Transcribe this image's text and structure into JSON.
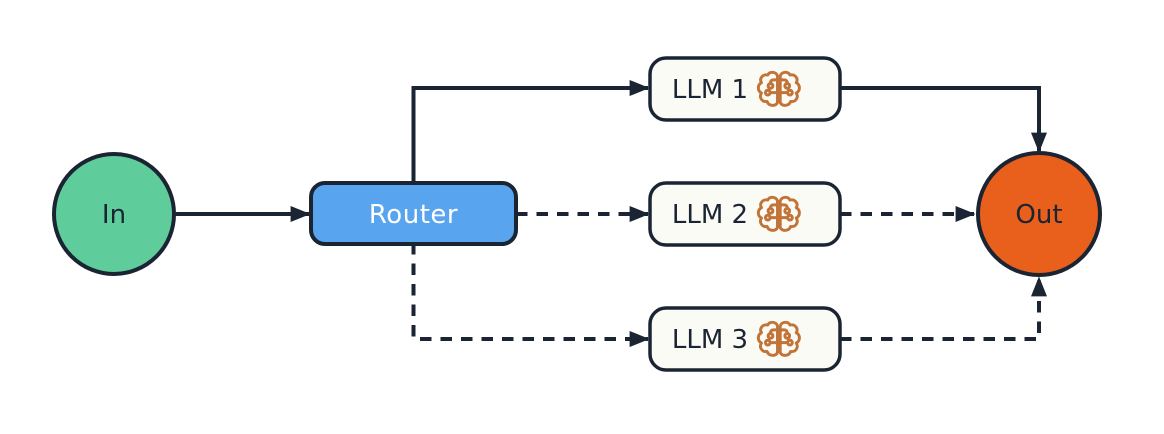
{
  "diagram": {
    "type": "flowchart",
    "description": "LLM router fan-out diagram: input routed by a Router to one of three LLMs, results converging to output",
    "nodes": {
      "in": {
        "label": "In",
        "shape": "circle"
      },
      "router": {
        "label": "Router",
        "shape": "rounded-rect"
      },
      "llm1": {
        "label": "LLM 1",
        "shape": "rounded-rect",
        "icon": "brain-circuit-icon"
      },
      "llm2": {
        "label": "LLM 2",
        "shape": "rounded-rect",
        "icon": "brain-circuit-icon"
      },
      "llm3": {
        "label": "LLM 3",
        "shape": "rounded-rect",
        "icon": "brain-circuit-icon"
      },
      "out": {
        "label": "Out",
        "shape": "circle"
      }
    },
    "edges": [
      {
        "from": "in",
        "to": "router",
        "style": "solid"
      },
      {
        "from": "router",
        "to": "llm1",
        "style": "solid"
      },
      {
        "from": "router",
        "to": "llm2",
        "style": "dashed"
      },
      {
        "from": "router",
        "to": "llm3",
        "style": "dashed"
      },
      {
        "from": "llm1",
        "to": "out",
        "style": "solid"
      },
      {
        "from": "llm2",
        "to": "out",
        "style": "dashed"
      },
      {
        "from": "llm3",
        "to": "out",
        "style": "dashed"
      }
    ]
  },
  "colors": {
    "ink": "#1b2433",
    "in-fill": "#5fcd9b",
    "router-fill": "#58a4ee",
    "router-text": "#ffffff",
    "llm-fill": "#fbfbf6",
    "out-fill": "#e8601c",
    "brain": "#c17338",
    "background": "#ffffff"
  }
}
